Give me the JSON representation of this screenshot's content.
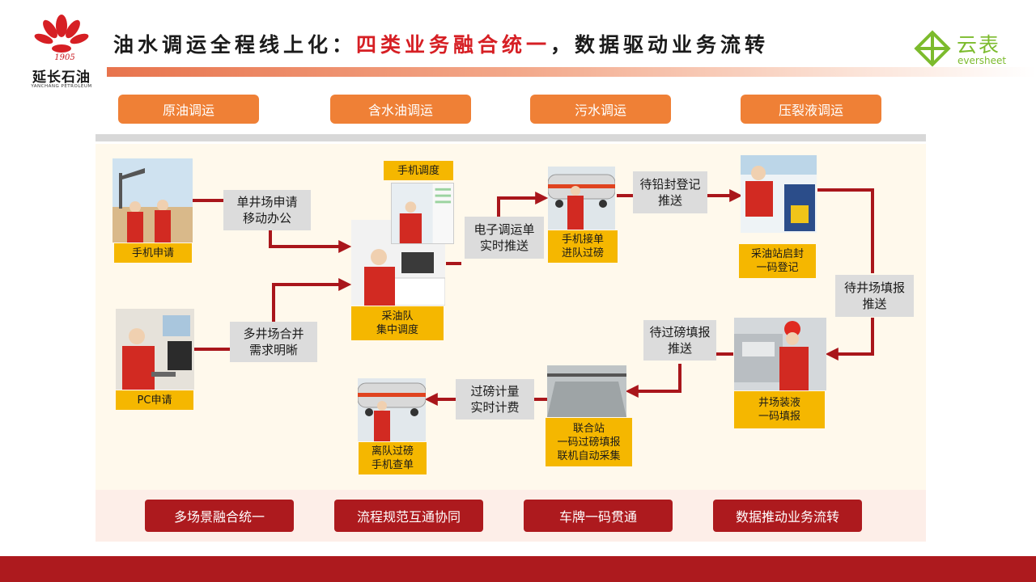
{
  "header": {
    "logo_left": {
      "year": "1905",
      "name": "延长石油",
      "name_en": "YANCHANG PETROLEUM"
    },
    "title_part1": "油水调运全程线上化：",
    "title_highlight": "四类业务融合统一",
    "title_part2": "，数据驱动业务流转",
    "logo_right": {
      "name": "云表",
      "name_en": "eversheet"
    }
  },
  "categories": [
    "原油调运",
    "含水油调运",
    "污水调运",
    "压裂液调运"
  ],
  "flow": {
    "mobile_apply": "手机申请",
    "pc_apply": "PC申请",
    "single_well": [
      "单井场申请",
      "移动办公"
    ],
    "multi_well": [
      "多井场合并",
      "需求明晰"
    ],
    "mobile_dispatch": "手机调度",
    "team_dispatch": [
      "采油队",
      "集中调度"
    ],
    "e_order": [
      "电子调运单",
      "实时推送"
    ],
    "driver_accept": [
      "手机接单",
      "进队过磅"
    ],
    "seal_push": [
      "待铅封登记",
      "推送"
    ],
    "station_seal": [
      "采油站启封",
      "一码登记"
    ],
    "well_fill_push": [
      "待井场填报",
      "推送"
    ],
    "well_load": [
      "井场装液",
      "一码填报"
    ],
    "weigh_fill_push": [
      "待过磅填报",
      "推送"
    ],
    "joint_station": [
      "联合站",
      "一码过磅填报",
      "联机自动采集"
    ],
    "weigh_billing": [
      "过磅计量",
      "实时计费"
    ],
    "leave": [
      "离队过磅",
      "手机查单"
    ]
  },
  "highlights": [
    "多场景融合统一",
    "流程规范互通协同",
    "车牌一码贯通",
    "数据推动业务流转"
  ],
  "colors": {
    "orange": "#ef8036",
    "red": "#ad1a1e",
    "yellow": "#f5b700",
    "arrow": "#a9161b",
    "brand_green": "#7cbb2d"
  }
}
